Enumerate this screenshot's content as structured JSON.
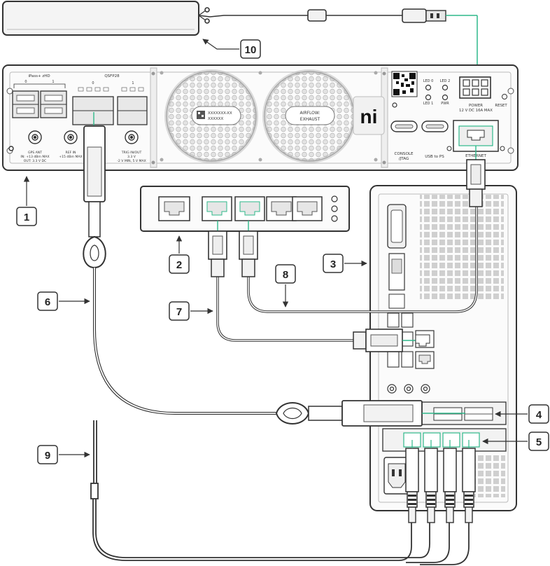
{
  "device_labels": {
    "ipass": "iPass+ zHD",
    "qsfp": "QSFP28",
    "port_0a": "0",
    "port_1a": "1",
    "port_0b": "0",
    "port_1b": "1",
    "gps_ant": "GPS ANT",
    "gps_ant_spec1": "IN: +13 dBm MAX",
    "gps_ant_spec2": "OUT: 3.3 V DC",
    "ref_in": "REF IN",
    "ref_in_spec": "+15 dBm MAX",
    "trig": "TRIG IN/OUT",
    "trig_spec1": "3.3 V",
    "trig_spec2": "-2 V MIN, 5 V MAX",
    "serial1": "XXXXXXX-XX",
    "serial2": "XXXXXX",
    "airflow1": "AIRFLOW:",
    "airflow2": "EXHAUST",
    "brand": "ni",
    "led0": "LED 0",
    "led1": "LED 1",
    "led2": "LED 2",
    "pwr": "PWR",
    "console1": "CONSOLE",
    "console2": "/JTAG",
    "usb": "USB to PS",
    "power1": "POWER",
    "power2": "12 V DC 16A MAX",
    "reset": "RESET",
    "ethernet": "ETHERNET"
  },
  "callouts": [
    "1",
    "2",
    "3",
    "4",
    "5",
    "6",
    "7",
    "8",
    "9",
    "10"
  ],
  "colors": {
    "line": "#333333",
    "accent": "#2eb88a",
    "fill_light": "#f2f2f2",
    "fill_mid": "#dcdcdc"
  }
}
